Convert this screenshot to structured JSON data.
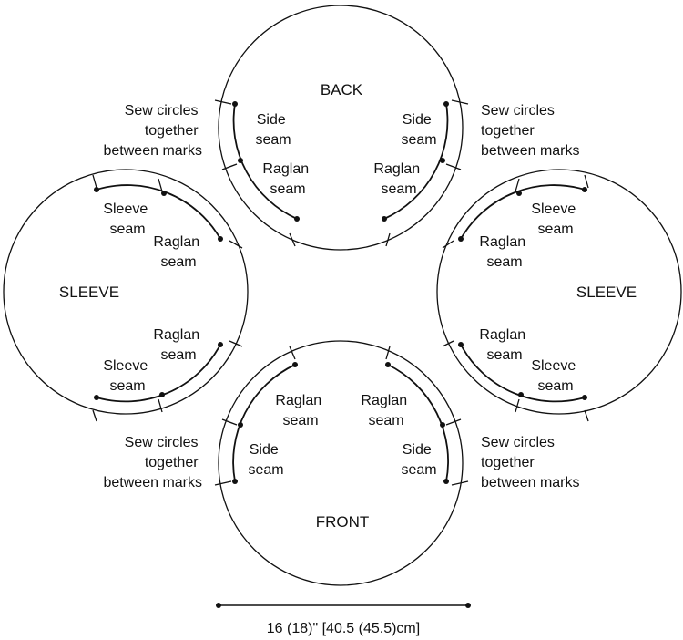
{
  "pieces": {
    "back": "BACK",
    "front": "FRONT",
    "sleeve_left": "SLEEVE",
    "sleeve_right": "SLEEVE"
  },
  "seams": {
    "side_1": "Side",
    "side_2": "seam",
    "raglan_1": "Raglan",
    "raglan_2": "seam",
    "sleeve_1": "Sleeve",
    "sleeve_2": "seam"
  },
  "instruction": {
    "line1": "Sew circles",
    "line2": "together",
    "line3": "between marks"
  },
  "dimension": {
    "label": "16 (18)\" [40.5 (45.5)cm]"
  }
}
